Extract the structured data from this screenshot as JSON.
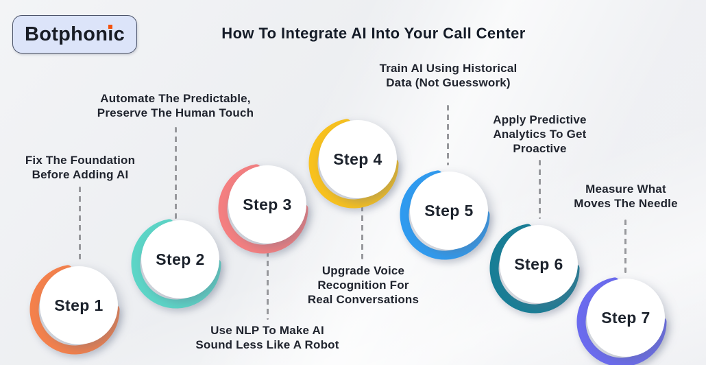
{
  "logo": {
    "part1": "Botphon",
    "part2": "i",
    "part3": "c",
    "dot_color": "#f4510d"
  },
  "header": {
    "title": "How To Integrate AI Into Your Call Center"
  },
  "connector_color": "#97989c",
  "steps": [
    {
      "label": "Step 1",
      "color": "#F5814B",
      "desc": [
        "Fix The Foundation",
        "Before Adding AI"
      ]
    },
    {
      "label": "Step 2",
      "color": "#5CD6C7",
      "desc": [
        "Automate The Predictable,",
        "Preserve The Human Touch"
      ]
    },
    {
      "label": "Step 3",
      "color": "#F57F80",
      "desc": [
        "Use NLP To Make AI",
        "Sound Less Like A Robot"
      ]
    },
    {
      "label": "Step 4",
      "color": "#F9C21D",
      "desc": [
        "Upgrade Voice",
        "Recognition For",
        "Real Conversations"
      ]
    },
    {
      "label": "Step 5",
      "color": "#2F9BF0",
      "desc": [
        "Train AI Using Historical",
        "Data (Not Guesswork)"
      ]
    },
    {
      "label": "Step 6",
      "color": "#187E96",
      "desc": [
        "Apply Predictive",
        "Analytics To Get",
        "Proactive"
      ]
    },
    {
      "label": "Step 7",
      "color": "#6B6BEF",
      "desc": [
        "Measure What",
        "Moves The Needle"
      ]
    }
  ]
}
